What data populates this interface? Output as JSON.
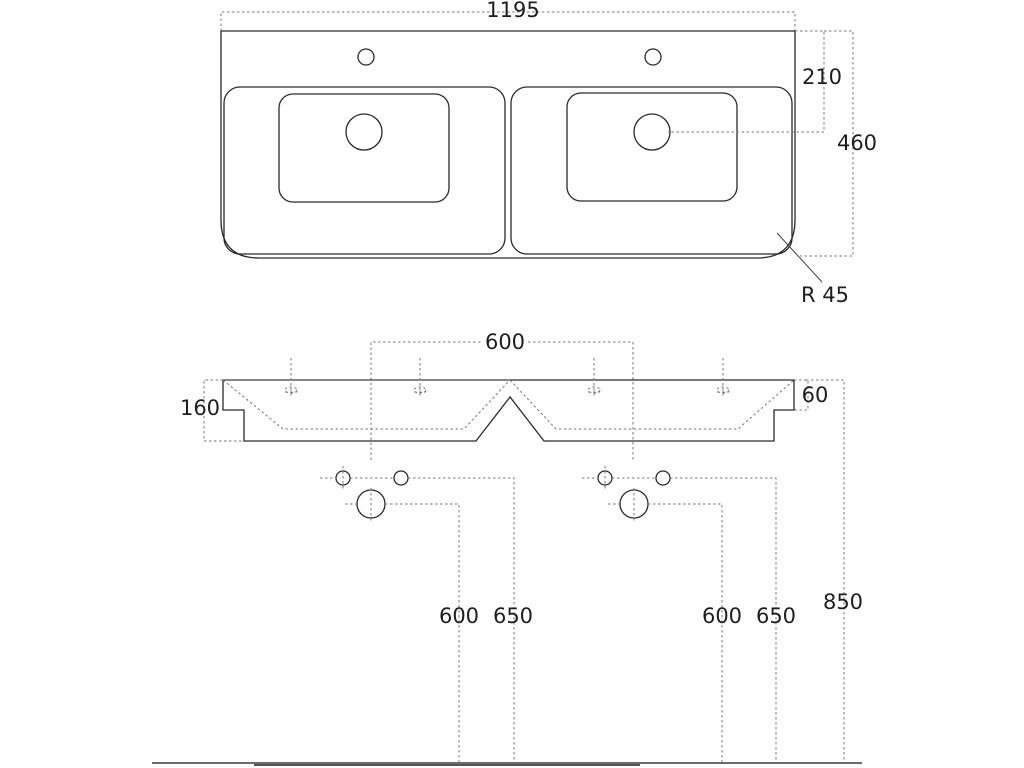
{
  "dimensions": {
    "top_width": "1195",
    "hole_depth": "210",
    "total_depth": "460",
    "corner_radius": "R 45",
    "faucet_spacing": "600",
    "basin_height": "160",
    "rim_height": "60",
    "drain_height_left": "600",
    "supply_height_left": "650",
    "drain_height_right": "600",
    "supply_height_right": "650",
    "mount_height": "850"
  }
}
